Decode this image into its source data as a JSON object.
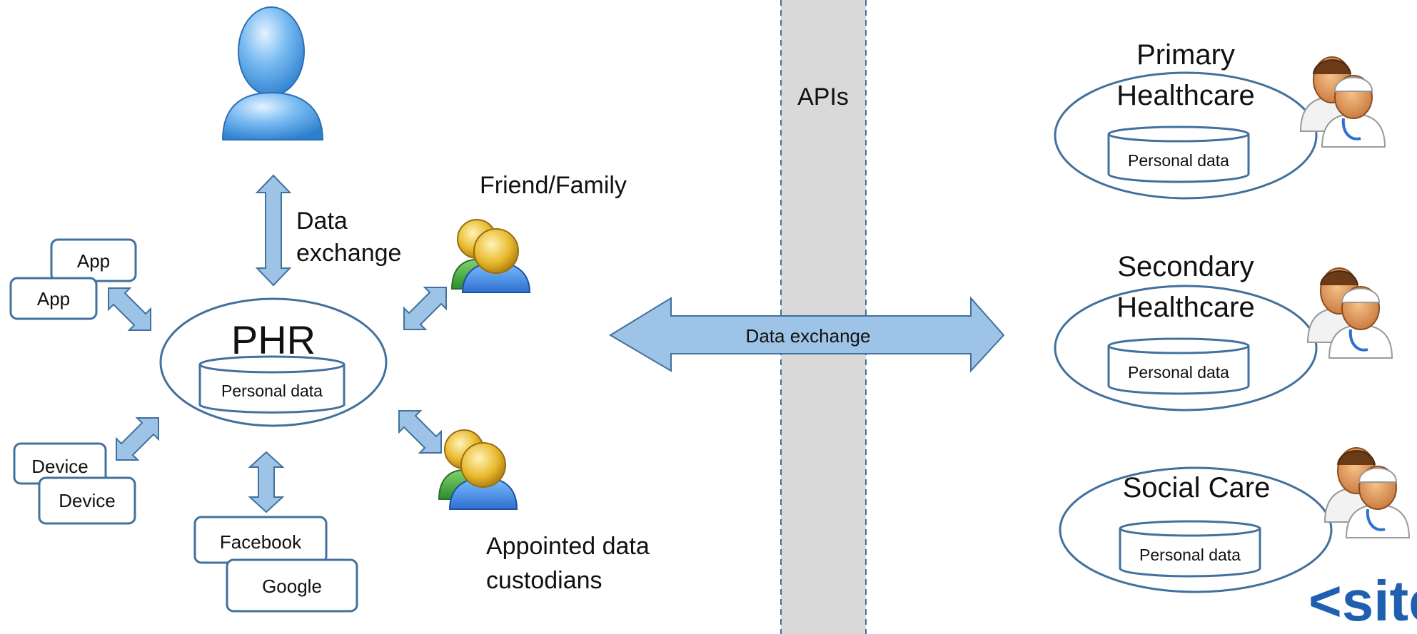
{
  "colors": {
    "stroke": "#41719c",
    "arrow_fill": "#9dc3e6",
    "api_band": "#d9d9d9",
    "person_blue": "#5aa6e8",
    "group_gold": "#e5b52b",
    "group_green": "#3fa43f",
    "brand": "#1f5fb0"
  },
  "api": {
    "label": "APIs"
  },
  "center_exchange": {
    "label": "Data exchange"
  },
  "user": {
    "icon": "user-icon"
  },
  "user_exchange": {
    "line1": "Data",
    "line2": "exchange"
  },
  "phr": {
    "title": "PHR",
    "store_label": "Personal data"
  },
  "apps": [
    "App",
    "App"
  ],
  "devices": [
    "Device",
    "Device"
  ],
  "social": [
    "Facebook",
    "Google"
  ],
  "friend_family": {
    "label": "Friend/Family",
    "icon": "group-icon"
  },
  "custodians": {
    "line1": "Appointed data",
    "line2": "custodians",
    "icon": "group-icon"
  },
  "care": [
    {
      "line1": "Primary",
      "line2": "Healthcare",
      "store_label": "Personal data",
      "icon": "clinicians-icon"
    },
    {
      "line1": "Secondary",
      "line2": "Healthcare",
      "store_label": "Personal data",
      "icon": "clinicians-icon"
    },
    {
      "line1": "Social Care",
      "line2": "",
      "store_label": "Personal data",
      "icon": "clinicians-icon"
    }
  ],
  "brand": {
    "text": "<site"
  }
}
